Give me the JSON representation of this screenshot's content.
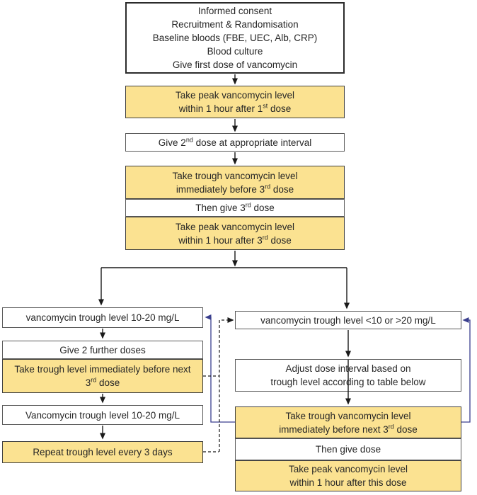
{
  "palette": {
    "yellow": "#fbe291",
    "white": "#ffffff",
    "text": "#262626",
    "border_gray": "#5a5a5a",
    "border_dark": "#3f3f3f",
    "border_black": "#2b2b2b",
    "arrow_black": "#1a1a1a",
    "arrow_navy": "#3a3f8e"
  },
  "boxes": {
    "intake": {
      "lines": [
        "Informed consent",
        "Recruitment & Randomisation",
        "Baseline bloods (FBE, UEC, Alb, CRP)",
        "Blood culture",
        "Give first dose of vancomycin"
      ]
    },
    "peak_after_first": {
      "lines": [
        "Take peak vancomycin level",
        "within 1 hour after 1^st^ dose"
      ]
    },
    "give_second": {
      "lines": [
        "Give 2^nd^ dose at appropriate interval"
      ]
    },
    "trough_before_third": {
      "lines": [
        "Take trough vancomycin level",
        "immediately before 3^rd^ dose"
      ]
    },
    "then_give_third": {
      "lines": [
        "Then give 3^rd^ dose"
      ]
    },
    "peak_after_third": {
      "lines": [
        "Take peak vancomycin level",
        "within 1 hour after 3^rd^ dose"
      ]
    },
    "left": {
      "trough_in_range": {
        "lines": [
          "vancomycin trough level 10-20 mg/L"
        ]
      },
      "give_two_further": {
        "lines": [
          "Give 2 further doses"
        ]
      },
      "trough_before_next_third": {
        "lines": [
          "Take trough level immediately before next",
          "3^rd^ dose"
        ]
      },
      "trough_in_range_again": {
        "lines": [
          "Vancomycin trough level 10-20 mg/L"
        ]
      },
      "repeat_every_3_days": {
        "lines": [
          "Repeat trough level every 3 days"
        ]
      }
    },
    "right": {
      "trough_out_of_range": {
        "lines": [
          "vancomycin trough level <10 or >20 mg/L"
        ]
      },
      "adjust_dose_interval": {
        "lines": [
          "Adjust dose interval based on",
          "trough level according to table below"
        ]
      },
      "trough_before_next_third": {
        "lines": [
          "Take trough vancomycin level",
          "immediately before next 3^rd^ dose"
        ]
      },
      "then_give_dose": {
        "lines": [
          "Then give dose"
        ]
      },
      "peak_after_this_dose": {
        "lines": [
          "Take peak vancomycin level",
          "within 1 hour after this dose"
        ]
      }
    }
  }
}
